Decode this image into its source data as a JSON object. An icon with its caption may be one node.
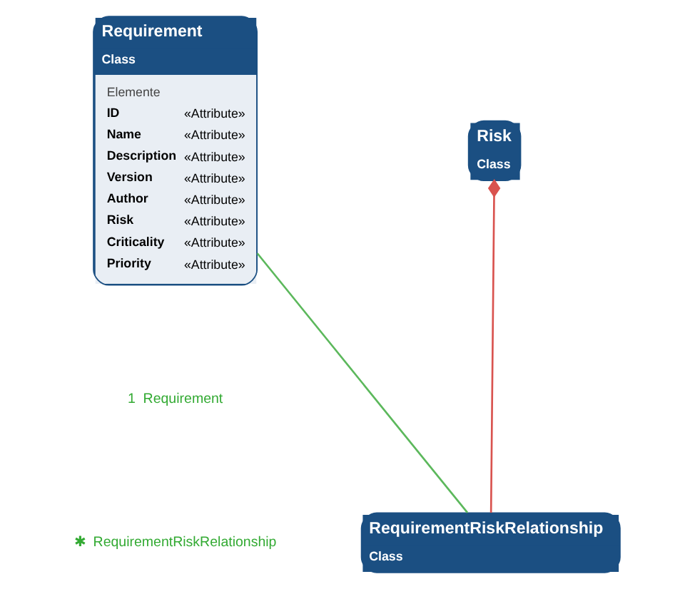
{
  "diagram": {
    "nodes": [
      {
        "text": [
          "Requirement",
          "Class",
          "Elemente",
          "ID",
          "«Attribute»",
          "Name",
          "«Attribute»",
          "Description",
          "«Attribute»",
          "Version",
          "«Attribute»",
          "Author",
          "«Attribute»",
          "Risk",
          "«Attribute»",
          "Criticality",
          "«Attribute»",
          "Priority",
          "«Attribute»"
        ]
      },
      {
        "text": [
          "Risk",
          "Class"
        ]
      },
      {
        "text": [
          "RequirementRiskRelationship",
          "Class"
        ]
      }
    ],
    "edges": [
      {
        "from": 0,
        "to": 2,
        "arrow": "none",
        "color": "#5cb85c"
      },
      {
        "from": 1,
        "to": 2,
        "arrow": "other",
        "color": "#d9534f"
      }
    ],
    "labels": [
      "1  Requirement",
      "✱  RequirementRiskRelationship"
    ]
  }
}
